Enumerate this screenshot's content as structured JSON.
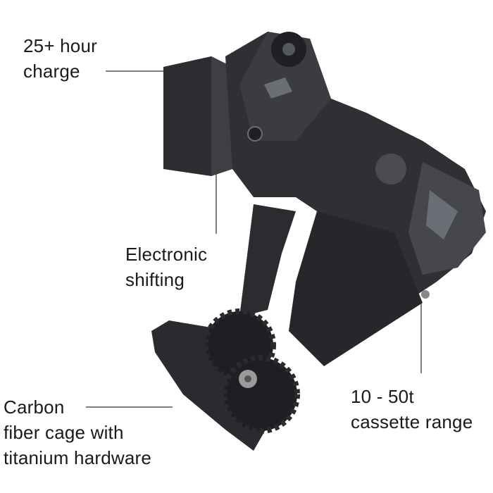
{
  "callouts": {
    "battery": {
      "lines": [
        "25+ hour",
        "charge"
      ]
    },
    "shifting": {
      "lines": [
        "Electronic",
        "shifting"
      ]
    },
    "cage": {
      "lines": [
        "Carbon",
        "fiber cage with",
        "titanium hardware"
      ]
    },
    "range": {
      "lines": [
        "10 - 50t",
        "cassette range"
      ]
    }
  },
  "colors": {
    "text": "#1a1a1a",
    "leader": "#555555",
    "body_dark": "#2b2c2f",
    "body_mid": "#3d3f44",
    "highlight": "#6b6e75"
  }
}
